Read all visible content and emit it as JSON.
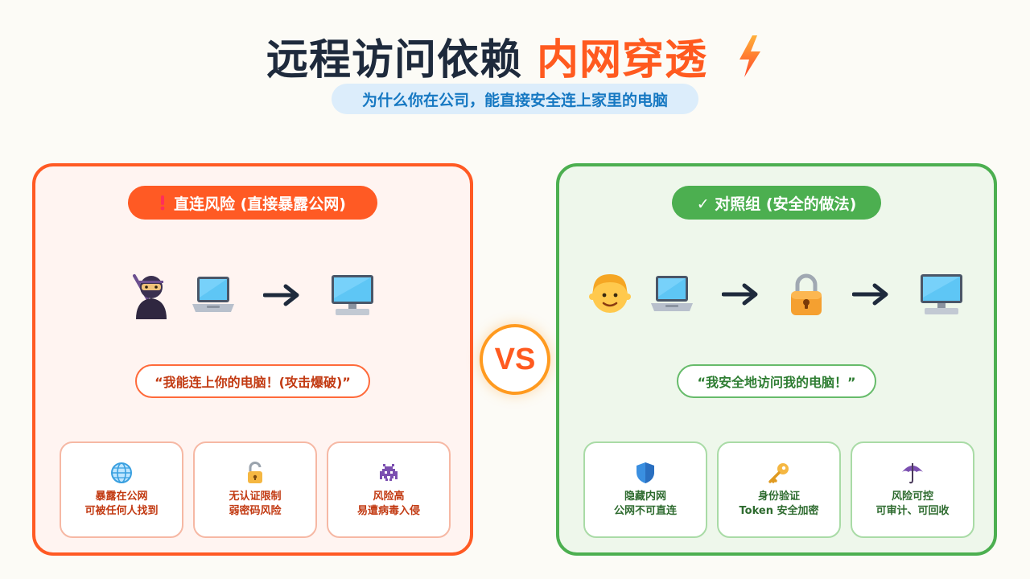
{
  "title": {
    "main": "远程访问依赖",
    "accent": "内网穿透"
  },
  "subtitle": "为什么你在公司，能直接安全连上家里的电脑",
  "vs_label": "VS",
  "colors": {
    "accent": "#ff5a24",
    "safe": "#4caf50",
    "subtitle_bg": "#dcedfb",
    "vs_ring": "#ff9a1f"
  },
  "left": {
    "header_icon": "exclamation-icon",
    "header": "直连风险 (直接暴露公网)",
    "flow": [
      "ninja-icon",
      "laptop-icon",
      "arrow-right-icon",
      "desktop-computer-icon"
    ],
    "quote": "“我能连上你的电脑！(攻击爆破)”",
    "cards": [
      {
        "icon": "globe-icon",
        "line1": "暴露在公网",
        "line2": "可被任何人找到"
      },
      {
        "icon": "unlocked-padlock-icon",
        "line1": "无认证限制",
        "line2": "弱密码风险"
      },
      {
        "icon": "space-invader-icon",
        "line1": "风险高",
        "line2": "易遭病毒入侵"
      }
    ]
  },
  "right": {
    "header": "✓ 对照组 (安全的做法)",
    "flow": [
      "person-icon",
      "laptop-icon",
      "arrow-right-icon",
      "padlock-icon",
      "arrow-right-icon",
      "desktop-computer-icon"
    ],
    "quote": "“我安全地访问我的电脑！”",
    "cards": [
      {
        "icon": "shield-icon",
        "line1": "隐藏内网",
        "line2": "公网不可直连"
      },
      {
        "icon": "key-icon",
        "line1": "身份验证",
        "line2": "Token 安全加密"
      },
      {
        "icon": "umbrella-icon",
        "line1": "风险可控",
        "line2": "可审计、可回收"
      }
    ]
  }
}
